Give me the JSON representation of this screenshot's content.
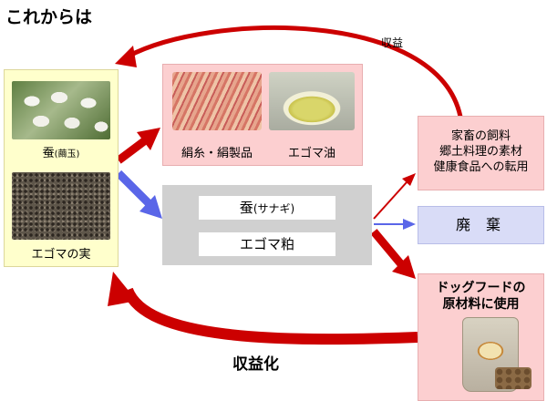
{
  "header": {
    "title": "これからは"
  },
  "top_arrow": {
    "label": "収益"
  },
  "bottom_arrow": {
    "label": "収益化"
  },
  "left_box": {
    "cocoon_label": "蚕",
    "cocoon_sublabel": "(繭玉)",
    "seed_label": "エゴマの実"
  },
  "products_box": {
    "silk_label": "絹糸・絹製品",
    "oil_label": "エゴマ油"
  },
  "byproducts_box": {
    "pupa_label": "蚕",
    "pupa_sublabel": "(サナギ)",
    "cake_label": "エゴマ粕"
  },
  "uses_box": {
    "lines": [
      "家畜の飼料",
      "郷土料理の素材",
      "健康食品への転用"
    ]
  },
  "waste_box": {
    "label": "廃 棄"
  },
  "dogfood_box": {
    "line1": "ドッグフードの",
    "line2": "原材料に使用"
  },
  "colors": {
    "red_arrow": "#cc0000",
    "blue_arrow": "#5a66e8",
    "pink_fill": "#fccfd0",
    "yellow_fill": "#ffffcc",
    "gray_fill": "#d0d0d0",
    "lavender_fill": "#d9dcf7"
  }
}
